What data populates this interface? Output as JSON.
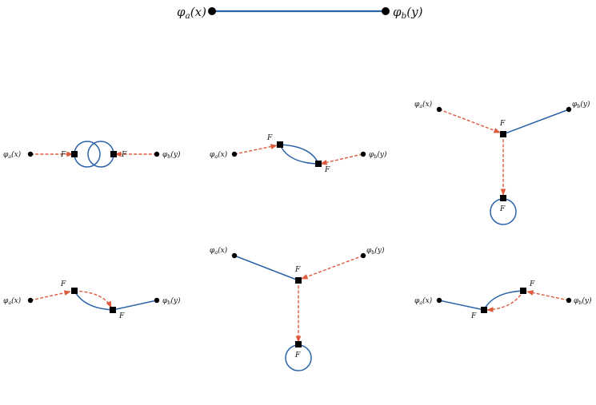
{
  "labels": {
    "phi": "φ",
    "a": "a",
    "b": "b",
    "x": "(x)",
    "y": "(y)",
    "F": "F"
  },
  "colors": {
    "propagator": "#2a63a8",
    "dashed": "#dc5a3e",
    "vertex": "#000000"
  }
}
